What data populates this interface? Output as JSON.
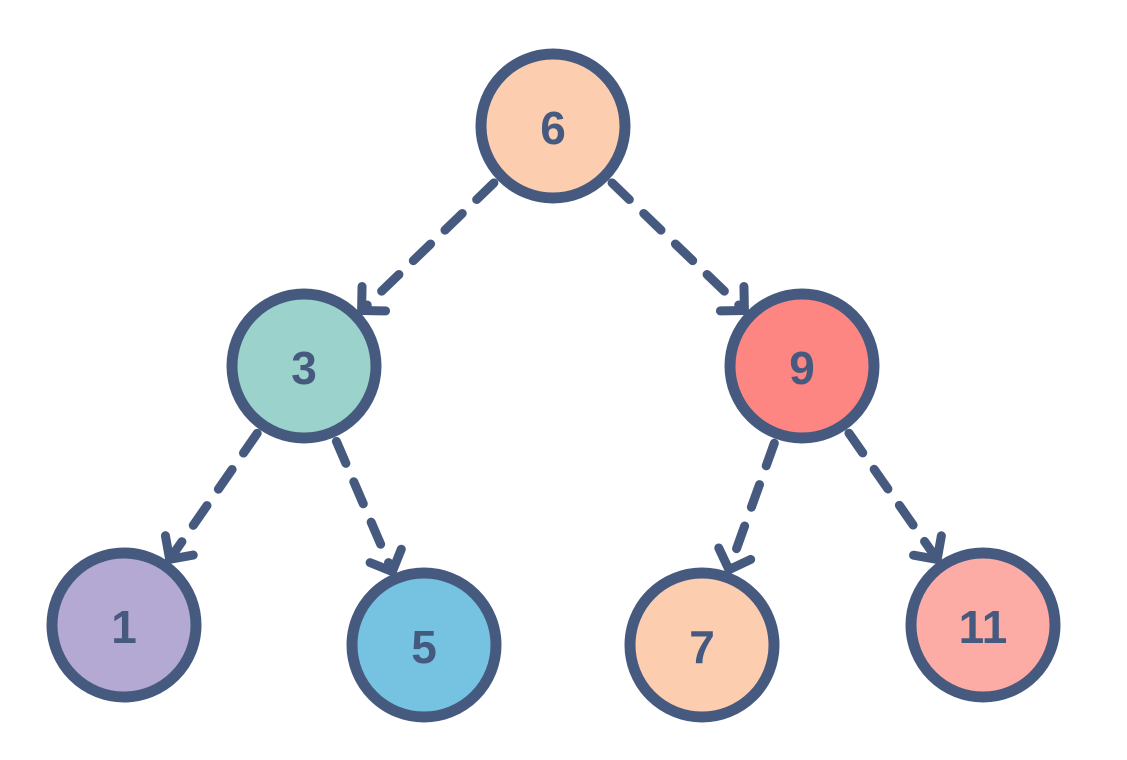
{
  "style": {
    "outline_color": "#465a80",
    "text_color": "#465a80",
    "background": "#ffffff"
  },
  "tree": {
    "nodes": [
      {
        "id": "n6",
        "label": "6",
        "fill": "#fdcdb0"
      },
      {
        "id": "n3",
        "label": "3",
        "fill": "#9bd2cc"
      },
      {
        "id": "n9",
        "label": "9",
        "fill": "#fd8682"
      },
      {
        "id": "n1",
        "label": "1",
        "fill": "#b3a9d3"
      },
      {
        "id": "n5",
        "label": "5",
        "fill": "#75c3e1"
      },
      {
        "id": "n7",
        "label": "7",
        "fill": "#fdcdb0"
      },
      {
        "id": "n11",
        "label": "11",
        "fill": "#fdaca5"
      }
    ],
    "edges": [
      {
        "from": "n6",
        "to": "n3"
      },
      {
        "from": "n6",
        "to": "n9"
      },
      {
        "from": "n3",
        "to": "n1"
      },
      {
        "from": "n3",
        "to": "n5"
      },
      {
        "from": "n9",
        "to": "n7"
      },
      {
        "from": "n9",
        "to": "n11"
      }
    ]
  }
}
